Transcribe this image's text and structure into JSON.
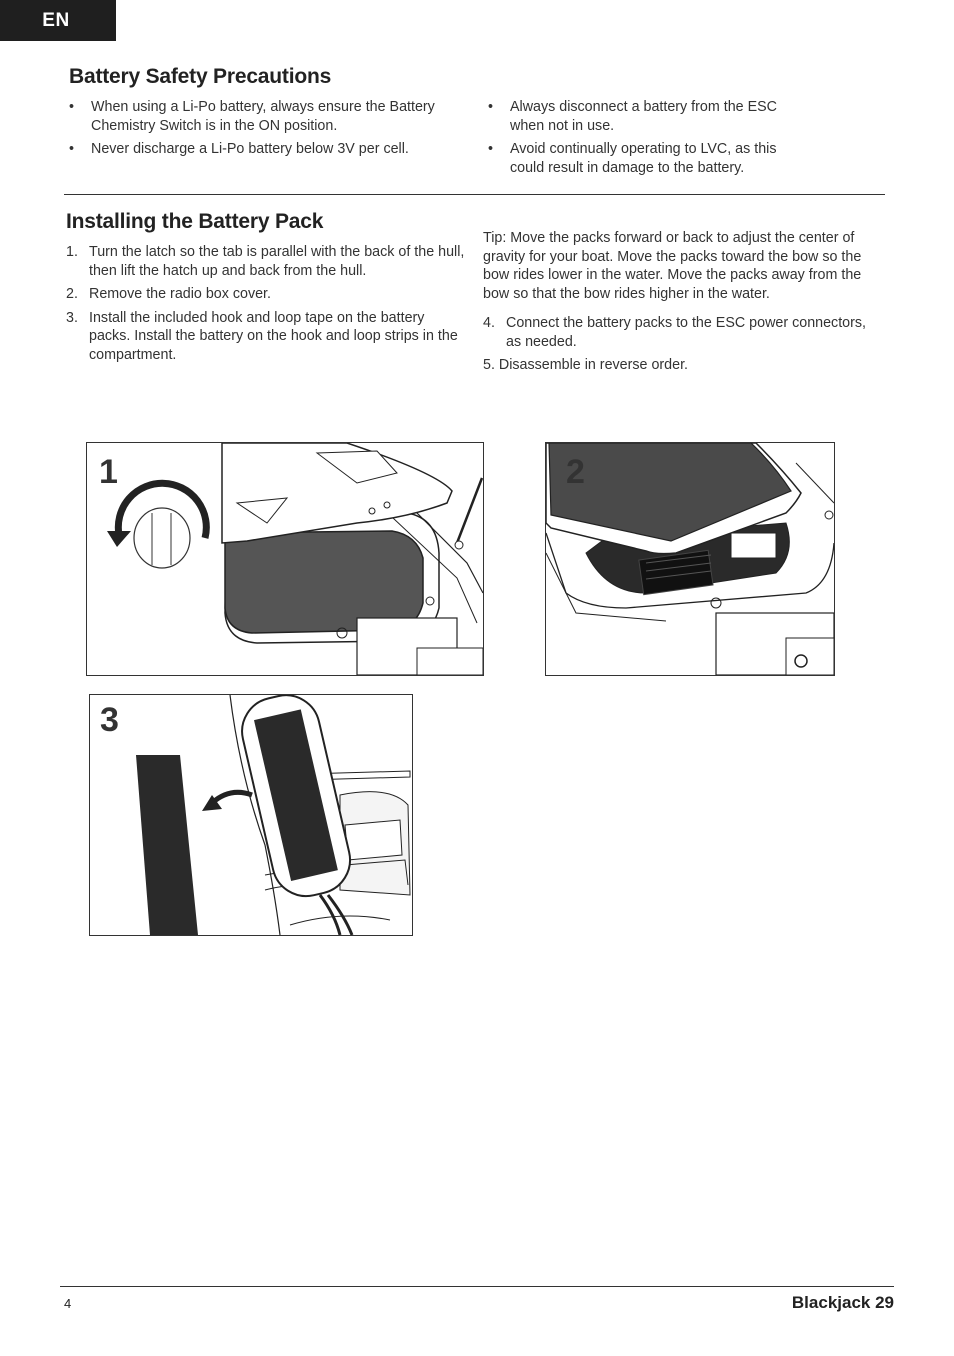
{
  "language_tab": "EN",
  "safety": {
    "heading": "Battery Safety Precautions",
    "left_bullets": [
      "When using a Li-Po battery, always ensure the Battery Chemistry Switch is in the ON position.",
      "Never discharge a Li-Po battery below 3V per cell."
    ],
    "right_bullets": [
      "Always disconnect a battery from the ESC when not in use.",
      "Avoid continually operating to LVC, as this could result in damage to the battery."
    ]
  },
  "install": {
    "heading": "Installing the Battery Pack",
    "steps_left": [
      {
        "num": "1.",
        "text": "Turn the latch so the tab is parallel with the back of the hull, then lift the hatch up and back from the hull."
      },
      {
        "num": "2.",
        "text": "Remove the radio box cover."
      },
      {
        "num": "3.",
        "text": "Install the included hook and loop tape on the battery packs. Install the battery on the hook and loop strips in the compartment."
      }
    ],
    "tip": "Tip: Move the packs forward or back to adjust the center of gravity for your boat. Move the packs toward the bow so the bow rides lower in the water. Move the packs away from the bow so that the bow rides higher in the water.",
    "step4": {
      "num": "4.",
      "text": "Connect the battery packs to the ESC power connectors, as needed."
    },
    "step5": "5. Disassemble in reverse order."
  },
  "figures": [
    {
      "label": "1",
      "icon": "latch-rotate-illustration"
    },
    {
      "label": "2",
      "icon": "hatch-open-illustration"
    },
    {
      "label": "3",
      "icon": "battery-install-illustration"
    }
  ],
  "footer": {
    "page_number": "4",
    "product": "Blackjack 29"
  }
}
